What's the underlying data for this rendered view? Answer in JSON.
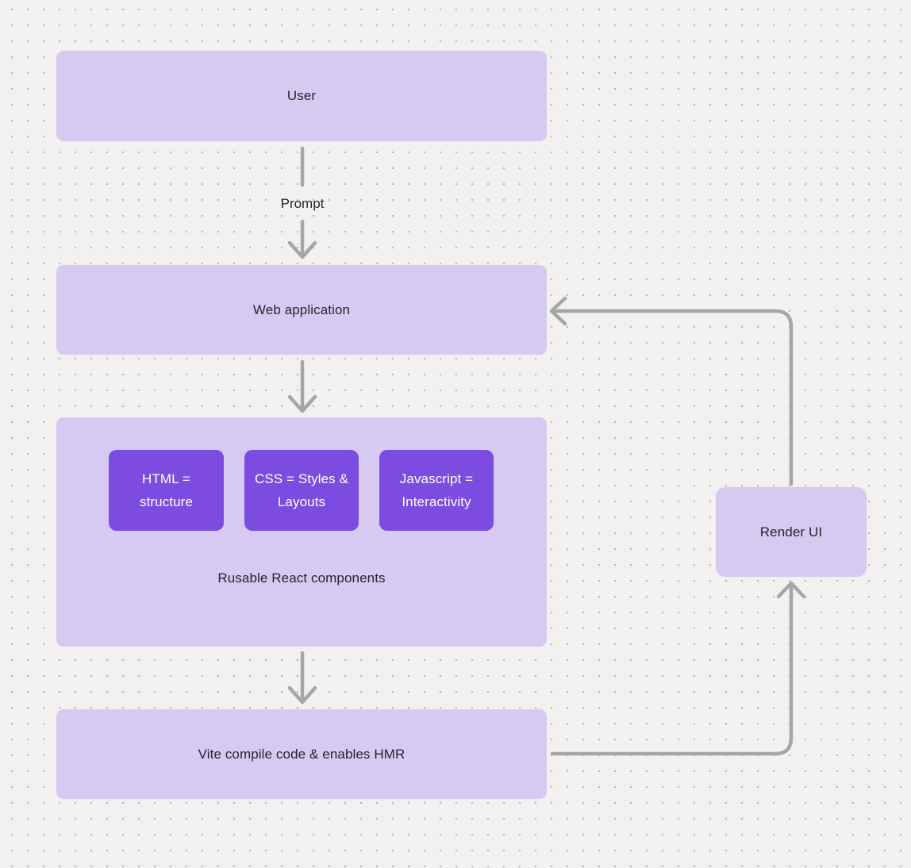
{
  "diagram": {
    "title": "Web app build flow diagram",
    "colors": {
      "background": "#f2f1ef",
      "dot_grid": "#b8b5b2",
      "node_fill": "#d6c9f2",
      "component_fill": "#7c4ce0",
      "component_text": "#ffffff",
      "node_text": "#26262c",
      "connector": "#a6a6a6"
    },
    "nodes": {
      "user": "User",
      "web_application": "Web application",
      "group_label": "Rusable React components",
      "components": [
        "HTML = structure",
        "CSS = Styles & Layouts",
        "Javascript = Interactivity"
      ],
      "vite": "Vite compile code & enables HMR",
      "render_ui": "Render UI"
    },
    "edge_labels": {
      "prompt": "Prompt"
    },
    "edges": [
      "User -> Web application (label: Prompt)",
      "Web application -> Rusable React components",
      "Rusable React components -> Vite compile code & enables HMR",
      "Vite compile code & enables HMR -> Render UI",
      "Render UI -> Web application"
    ]
  }
}
